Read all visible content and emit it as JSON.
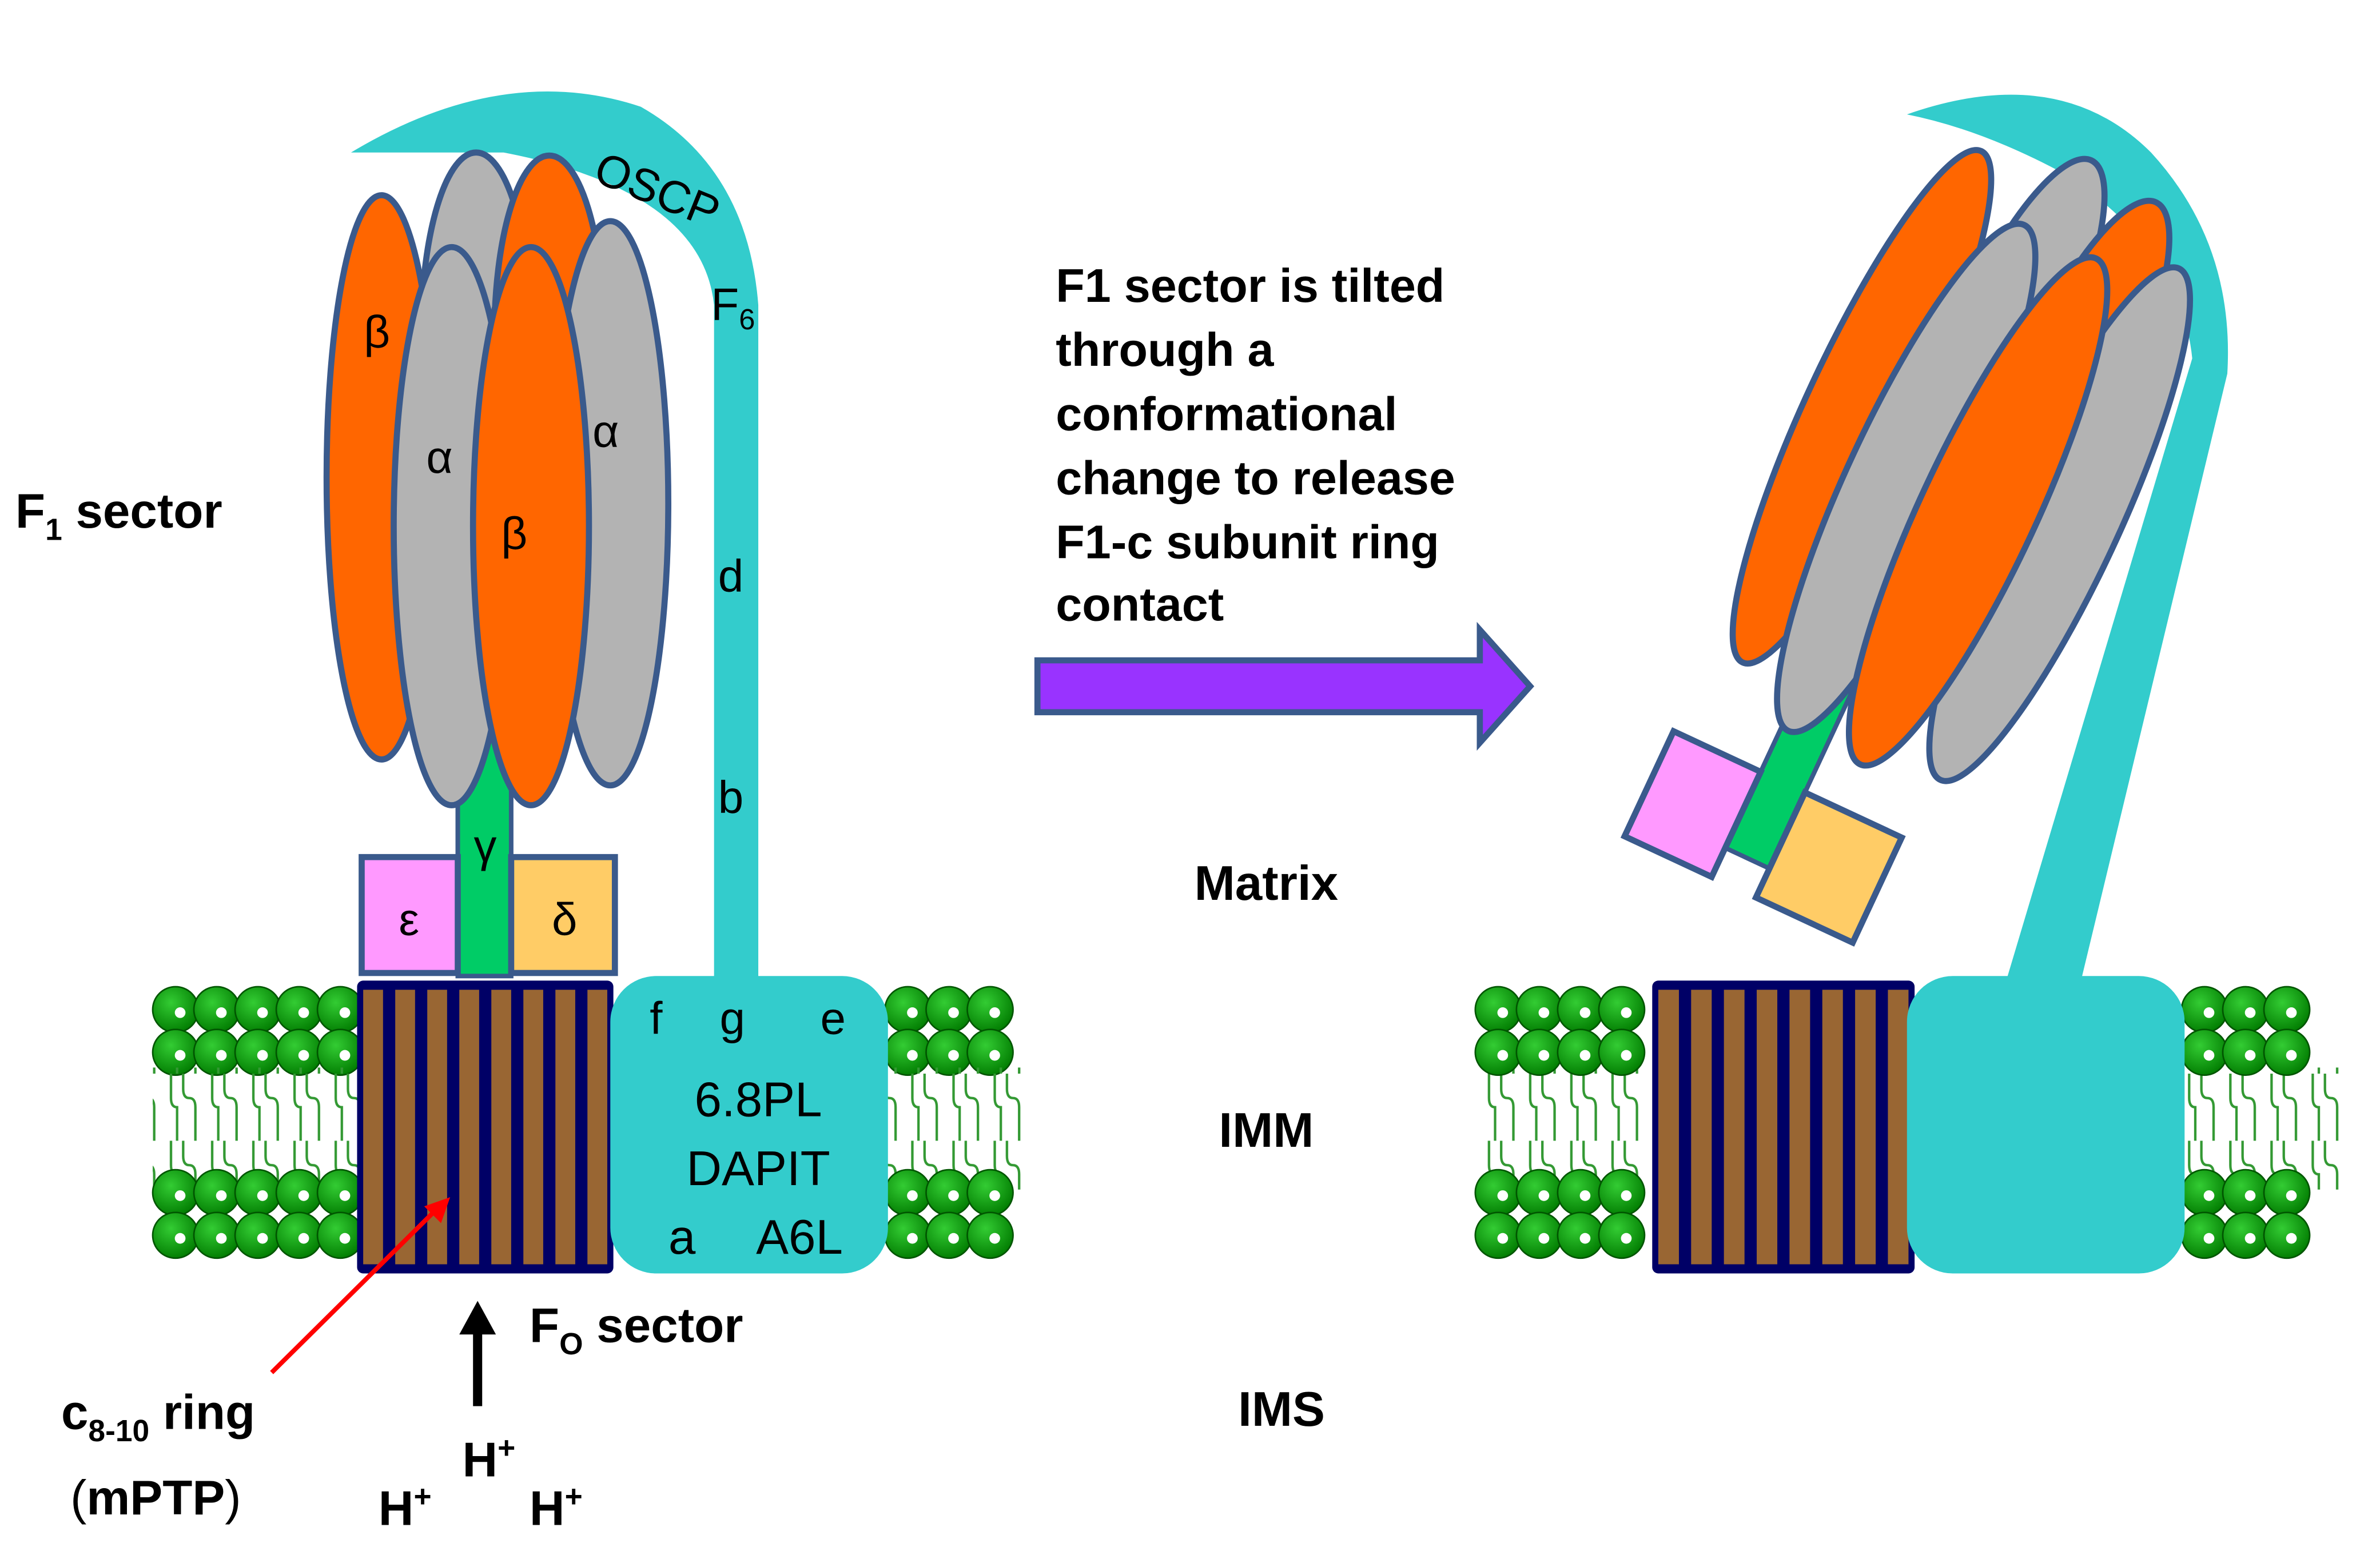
{
  "left": {
    "oscp": "OSCP",
    "f6": "F",
    "f6_sub": "6",
    "d": "d",
    "b": "b",
    "beta": "β",
    "alpha": "α",
    "gamma": "γ",
    "epsilon": "ε",
    "delta": "δ",
    "f": "f",
    "g": "g",
    "e": "e",
    "pl": "6.8PL",
    "dapit": "DAPIT",
    "a": "a",
    "a6l": "A6L",
    "f1_main": "F",
    "f1_sub": "1",
    "f1_rest": " sector",
    "fo_main": "F",
    "fo_sub": "O",
    "fo_rest": " sector",
    "c_main": "c",
    "c_sub": "8-10",
    "c_rest": " ring",
    "mptp_open": "(",
    "mptp": "mPTP",
    "mptp_close": ")",
    "proton": "H",
    "proton_sup": "+"
  },
  "middle": {
    "caption": [
      "F1 sector is tilted",
      "through a",
      "conformational",
      "change to release",
      "F1-c subunit ring",
      "contact"
    ],
    "matrix": "Matrix",
    "imm": "IMM",
    "ims": "IMS"
  },
  "colors": {
    "beta": "#ff6600",
    "alpha": "#b3b3b3",
    "outline": "#3a5a8c",
    "stator": "#33cccc",
    "gamma": "#00cc66",
    "epsilon": "#ff99ff",
    "delta": "#ffcc66",
    "c_ring": "#996633",
    "c_ring_border": "#000066",
    "lipid": "#009900",
    "arrow": "#9933ff",
    "pointer": "#ff0000"
  }
}
